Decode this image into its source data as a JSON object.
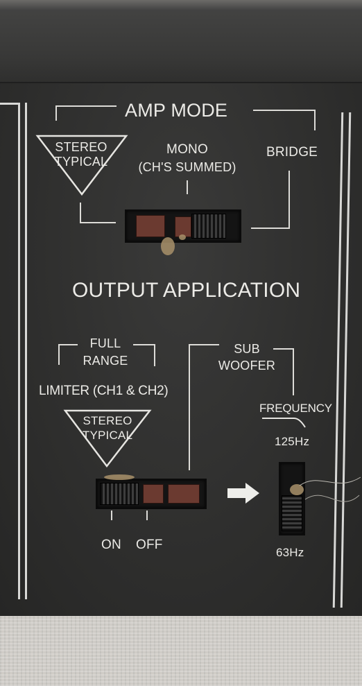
{
  "amp_mode": {
    "title": "AMP MODE",
    "stereo_line1": "STEREO",
    "stereo_line2": "TYPICAL",
    "mono_line1": "MONO",
    "mono_line2": "(CH'S SUMMED)",
    "bridge": "BRIDGE"
  },
  "output_application": "OUTPUT APPLICATION",
  "limiter_section": {
    "full_line1": "FULL",
    "full_line2": "RANGE",
    "sub_line1": "SUB",
    "sub_line2": "WOOFER",
    "limiter": "LIMITER (CH1 & CH2)",
    "stereo_line1": "STEREO",
    "stereo_line2": "TYPICAL",
    "on": "ON",
    "off": "OFF"
  },
  "frequency": {
    "title": "FREQUENCY",
    "high": "125Hz",
    "low": "63Hz"
  }
}
